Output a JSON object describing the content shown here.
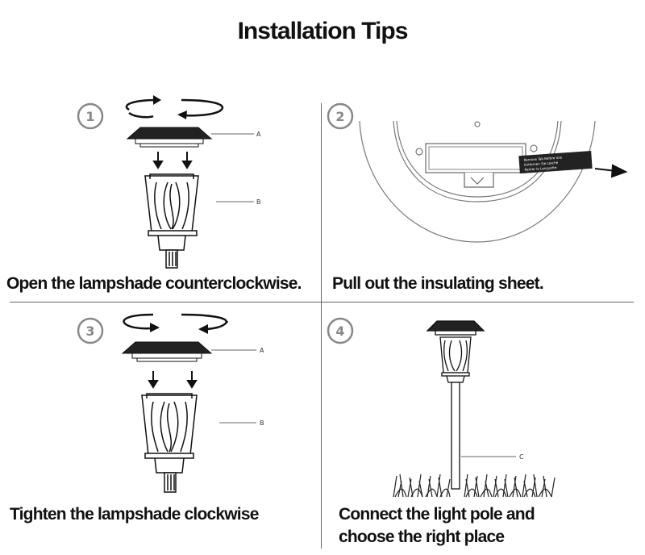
{
  "title": "Installation Tips",
  "steps": [
    {
      "number": "1",
      "caption": "Open the lampshade counterclockwise.",
      "labels": [
        "A",
        "B"
      ]
    },
    {
      "number": "2",
      "caption": "Pull out the insulating sheet.",
      "sheet_lines": [
        "Remove Tab Before Use",
        "Entfernen Sie Lasche",
        "Retirer la Languette"
      ]
    },
    {
      "number": "3",
      "caption": "Tighten the lampshade clockwise",
      "labels": [
        "A",
        "B"
      ]
    },
    {
      "number": "4",
      "caption_line1": "Connect the light pole and",
      "caption_line2": "choose the right place",
      "labels": [
        "C"
      ]
    }
  ]
}
